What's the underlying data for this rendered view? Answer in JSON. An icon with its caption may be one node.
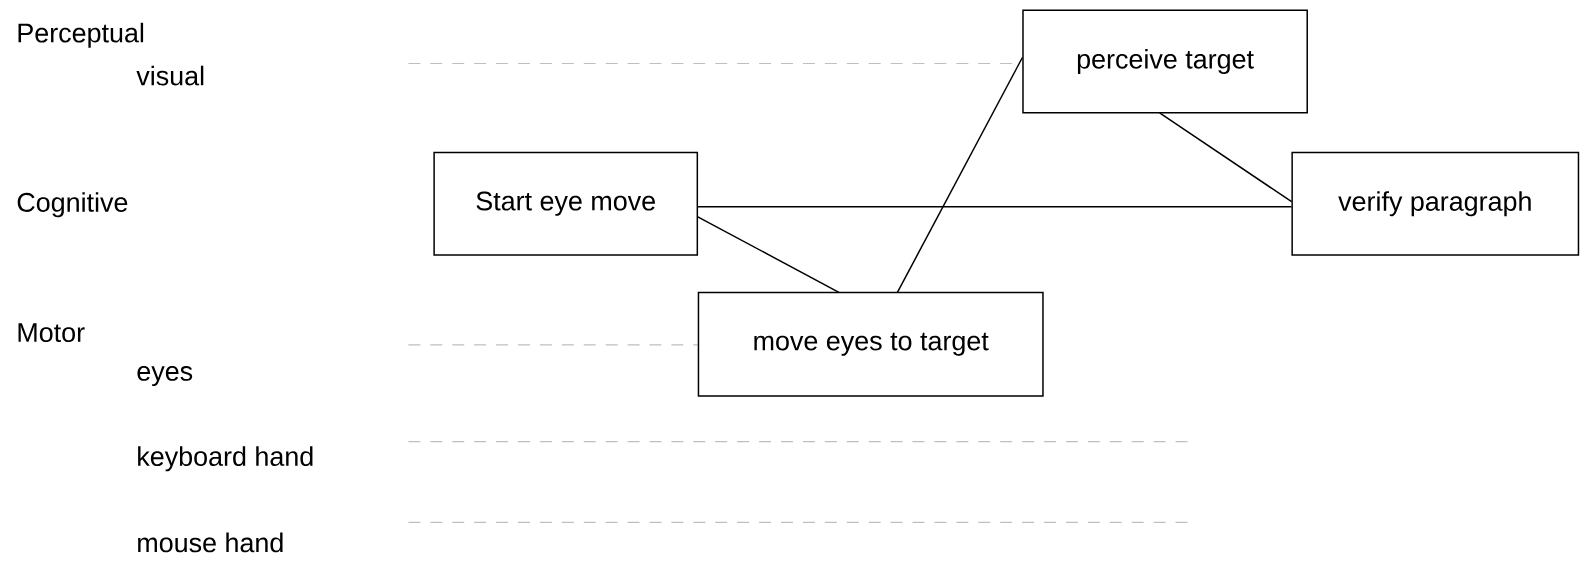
{
  "diagram": {
    "nodes": [
      {
        "text": [
          "Start eye move"
        ]
      },
      {
        "text": [
          "perceive target"
        ]
      },
      {
        "text": [
          "verify paragraph"
        ]
      },
      {
        "text": [
          "move eyes to target"
        ]
      }
    ],
    "edges": [
      {
        "from": 0,
        "to": 2,
        "arrow": "none"
      },
      {
        "from": 0,
        "to": 3,
        "arrow": "none"
      },
      {
        "from": 3,
        "to": 1,
        "arrow": "none"
      },
      {
        "from": 1,
        "to": 2,
        "arrow": "none"
      }
    ],
    "labels": [
      "Perceptual",
      "visual",
      "Cognitive",
      "Motor",
      "eyes",
      "keyboard hand",
      "mouse hand"
    ]
  }
}
